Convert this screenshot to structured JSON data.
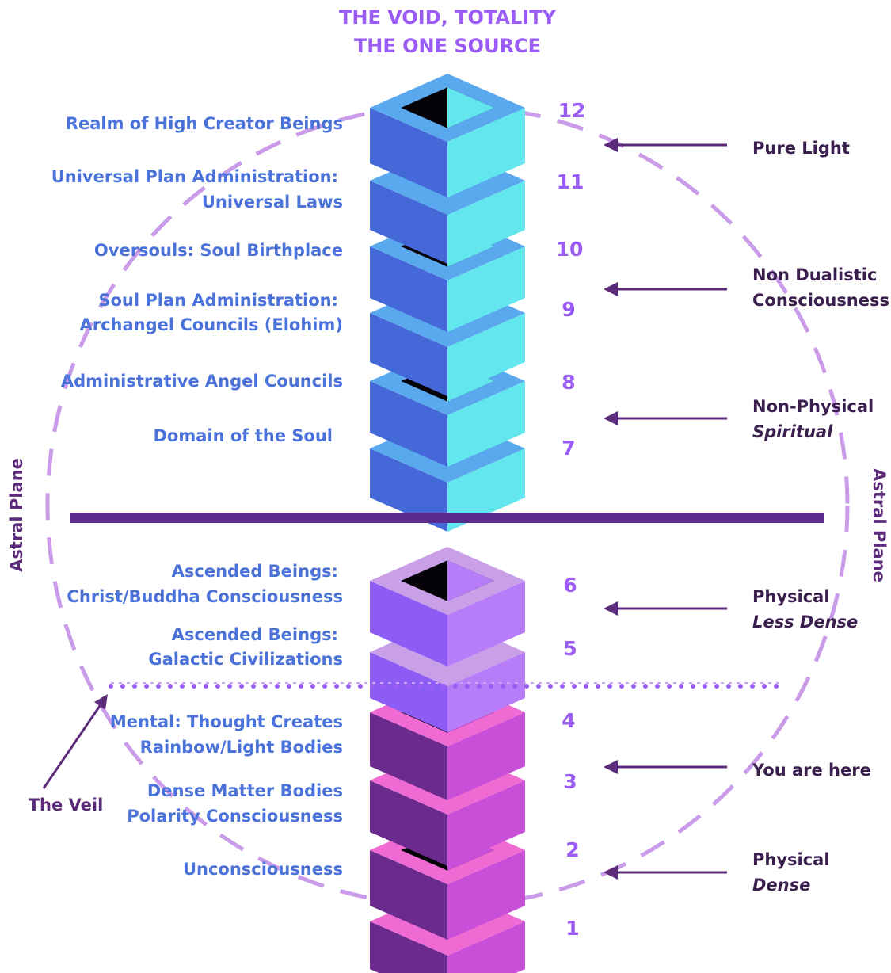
{
  "header": {
    "line1": "THE VOID, TOTALITY",
    "line2": "THE ONE SOURCE"
  },
  "levels": [
    {
      "num": "12",
      "label": [
        "Realm of High Creator Beings"
      ]
    },
    {
      "num": "11",
      "label": [
        "Universal Plan Administration:",
        "Universal Laws"
      ]
    },
    {
      "num": "10",
      "label": [
        "Oversouls: Soul Birthplace"
      ]
    },
    {
      "num": "9",
      "label": [
        "Soul Plan Administration:",
        "Archangel Councils (Elohim)"
      ]
    },
    {
      "num": "8",
      "label": [
        "Administrative Angel Councils"
      ]
    },
    {
      "num": "7",
      "label": [
        "Domain of the Soul"
      ]
    },
    {
      "num": "6",
      "label": [
        "Ascended Beings:",
        "Christ/Buddha Consciousness"
      ]
    },
    {
      "num": "5",
      "label": [
        "Ascended Beings:",
        "Galactic Civilizations"
      ]
    },
    {
      "num": "4",
      "label": [
        "Mental: Thought Creates",
        "Rainbow/Light Bodies"
      ]
    },
    {
      "num": "3",
      "label": [
        "Dense Matter Bodies",
        "Polarity Consciousness"
      ]
    },
    {
      "num": "2",
      "label": [
        "Unconsciousness"
      ]
    },
    {
      "num": "1",
      "label": []
    }
  ],
  "right_labels": [
    {
      "line1": "Pure Light",
      "line2": ""
    },
    {
      "line1": "Non Dualistic",
      "line2": "Consciousness"
    },
    {
      "line1": "Non-Physical",
      "line2": "Spiritual"
    },
    {
      "line1": "Physical",
      "line2": "Less Dense"
    },
    {
      "line1": "You are here",
      "line2": ""
    },
    {
      "line1": "Physical",
      "line2": "Dense"
    }
  ],
  "side_labels": {
    "left": "Astral Plane",
    "right": "Astral Plane"
  },
  "veil_label": "The Veil",
  "colors": {
    "blue_top": "#5aa9ee",
    "blue_left": "#4468d8",
    "blue_right": "#63e6ee",
    "lavender_top": "#c9a0e8",
    "violet_left": "#8d5cf5",
    "violet_right": "#b77cf7",
    "pink_top": "#ef6ad2",
    "plum_left": "#6b2a8e",
    "magenta_right": "#c84fd8",
    "divider": "#5b2b8e",
    "arrow": "#5b2b7a",
    "circle": "#c99be8",
    "veil_dots": "#9b5cf6"
  }
}
